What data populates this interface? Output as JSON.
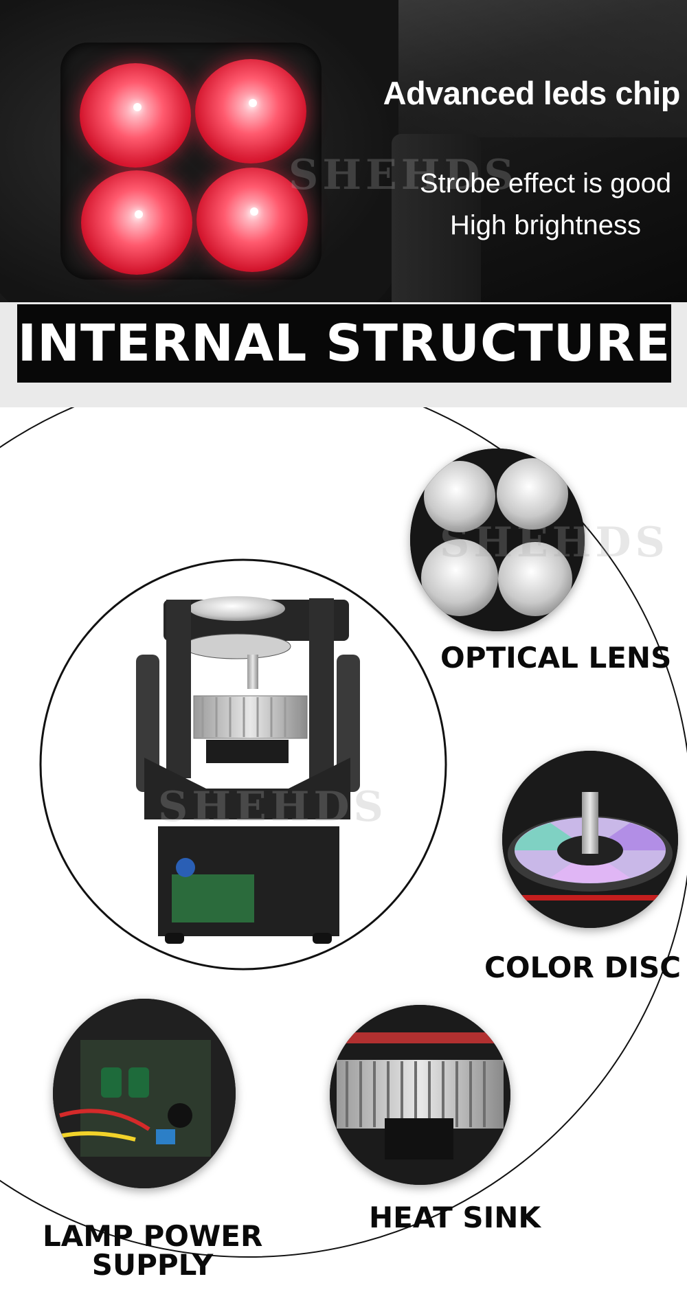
{
  "hero": {
    "title": "Advanced leds chip",
    "features": [
      "Strobe effect is good",
      "High brightness"
    ]
  },
  "banner": {
    "title": "INTERNAL STRUCTURE"
  },
  "parts": {
    "optical_lens": "OPTICAL LENS",
    "color_disc": "COLOR DISC",
    "lamp_power_supply": [
      "LAMP POWER",
      "SUPPLY"
    ],
    "heat_sink": "HEAT SINK"
  },
  "watermark": "SHEHDS",
  "colors": {
    "led_red": "#e0192f",
    "banner_bg": "#080808",
    "label_text": "#0a0a0a",
    "ring_line": "#111111"
  }
}
